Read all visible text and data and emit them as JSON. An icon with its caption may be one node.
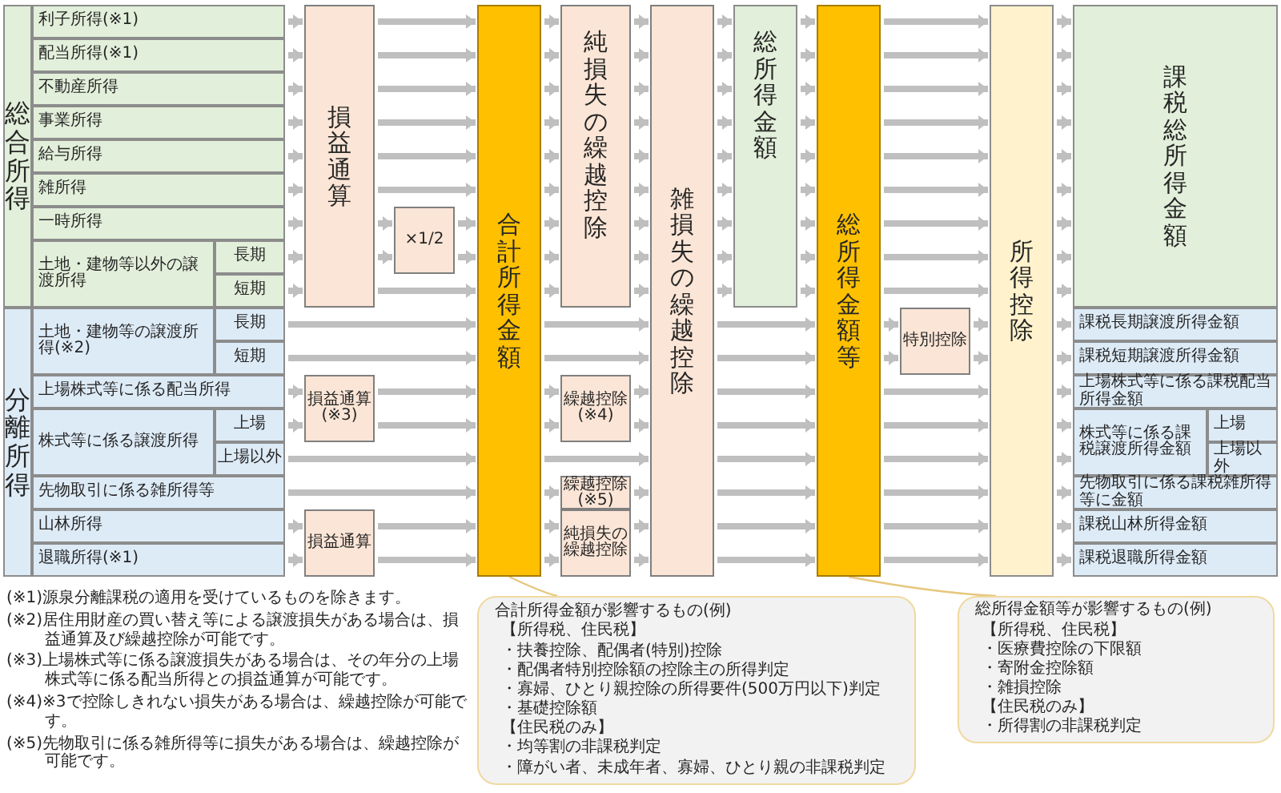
{
  "diagram": {
    "nodes": [
      {
        "text": [
          "総合所得"
        ]
      },
      {
        "text": [
          "利子所得(※1)"
        ]
      },
      {
        "text": [
          "配当所得(※1)"
        ]
      },
      {
        "text": [
          "不動産所得"
        ]
      },
      {
        "text": [
          "事業所得"
        ]
      },
      {
        "text": [
          "給与所得"
        ]
      },
      {
        "text": [
          "雑所得"
        ]
      },
      {
        "text": [
          "一時所得"
        ]
      },
      {
        "text": [
          "土地・建物等以外の譲渡所得"
        ]
      },
      {
        "text": [
          "長期"
        ]
      },
      {
        "text": [
          "短期"
        ]
      },
      {
        "text": [
          "分離所得"
        ]
      },
      {
        "text": [
          "土地・建物等の譲渡所得(※2)"
        ]
      },
      {
        "text": [
          "長期"
        ]
      },
      {
        "text": [
          "短期"
        ]
      },
      {
        "text": [
          "上場株式等に係る配当所得"
        ]
      },
      {
        "text": [
          "株式等に係る譲渡所得"
        ]
      },
      {
        "text": [
          "上場"
        ]
      },
      {
        "text": [
          "上場以外"
        ]
      },
      {
        "text": [
          "先物取引に係る雑所得等"
        ]
      },
      {
        "text": [
          "山林所得"
        ]
      },
      {
        "text": [
          "退職所得(※1)"
        ]
      },
      {
        "text": [
          "損益通算"
        ]
      },
      {
        "text": [
          "×1/2"
        ]
      },
      {
        "text": [
          "損益通算(※3)"
        ]
      },
      {
        "text": [
          "損益通算"
        ]
      },
      {
        "text": [
          "合計所得金額"
        ]
      },
      {
        "text": [
          "純損失の繰越控除"
        ]
      },
      {
        "text": [
          "繰越控除(※4)"
        ]
      },
      {
        "text": [
          "繰越控除(※5)"
        ]
      },
      {
        "text": [
          "純損失の繰越控除"
        ]
      },
      {
        "text": [
          "雑損失の繰越控除"
        ]
      },
      {
        "text": [
          "総所得金額"
        ]
      },
      {
        "text": [
          "総所得金額等"
        ]
      },
      {
        "text": [
          "特別控除"
        ]
      },
      {
        "text": [
          "所得控除"
        ]
      },
      {
        "text": [
          "課税総所得金額"
        ]
      },
      {
        "text": [
          "課税長期譲渡所得金額"
        ]
      },
      {
        "text": [
          "課税短期譲渡所得金額"
        ]
      },
      {
        "text": [
          "上場株式等に係る課税配当所得金額"
        ]
      },
      {
        "text": [
          "株式等に係る課税譲渡所得金額"
        ]
      },
      {
        "text": [
          "上場"
        ]
      },
      {
        "text": [
          "上場以外"
        ]
      },
      {
        "text": [
          "先物取引に係る課税雑所得等に金額"
        ]
      },
      {
        "text": [
          "課税山林所得金額"
        ]
      },
      {
        "text": [
          "課税退職所得金額"
        ]
      },
      {
        "text": [
          "合計所得金額が影響するもの(例)",
          "【所得税、住民税】",
          "・扶養控除、配偶者(特別)控除",
          "・配偶者特別控除額の控除主の所得判定",
          "・寡婦、ひとり親控除の所得要件(500万円以下)判定",
          "・基礎控除額",
          "【住民税のみ】",
          "・均等割の非課税判定",
          "・障がい者、未成年者、寡婦、ひとり親の非課税判定"
        ]
      },
      {
        "text": [
          "総所得金額等が影響するもの(例)",
          "【所得税、住民税】",
          "・医療費控除の下限額",
          "・寄附金控除額",
          "・雑損控除",
          "【住民税のみ】",
          "・所得割の非課税判定"
        ]
      }
    ],
    "edges": [
      {
        "from": 1,
        "to": 22,
        "arrow": "to"
      },
      {
        "from": 22,
        "to": 26,
        "arrow": "to"
      },
      {
        "from": 26,
        "to": 27,
        "arrow": "to"
      },
      {
        "from": 27,
        "to": 31,
        "arrow": "to"
      },
      {
        "from": 31,
        "to": 32,
        "arrow": "to"
      },
      {
        "from": 32,
        "to": 33,
        "arrow": "to"
      },
      {
        "from": 33,
        "to": 35,
        "arrow": "to"
      },
      {
        "from": 35,
        "to": 36,
        "arrow": "to"
      },
      {
        "from": 2,
        "to": 22,
        "arrow": "to"
      },
      {
        "from": 22,
        "to": 26,
        "arrow": "to"
      },
      {
        "from": 26,
        "to": 27,
        "arrow": "to"
      },
      {
        "from": 27,
        "to": 31,
        "arrow": "to"
      },
      {
        "from": 31,
        "to": 32,
        "arrow": "to"
      },
      {
        "from": 32,
        "to": 33,
        "arrow": "to"
      },
      {
        "from": 33,
        "to": 35,
        "arrow": "to"
      },
      {
        "from": 35,
        "to": 36,
        "arrow": "to"
      },
      {
        "from": 3,
        "to": 22,
        "arrow": "to"
      },
      {
        "from": 22,
        "to": 26,
        "arrow": "to"
      },
      {
        "from": 26,
        "to": 27,
        "arrow": "to"
      },
      {
        "from": 27,
        "to": 31,
        "arrow": "to"
      },
      {
        "from": 31,
        "to": 32,
        "arrow": "to"
      },
      {
        "from": 32,
        "to": 33,
        "arrow": "to"
      },
      {
        "from": 33,
        "to": 35,
        "arrow": "to"
      },
      {
        "from": 35,
        "to": 36,
        "arrow": "to"
      },
      {
        "from": 4,
        "to": 22,
        "arrow": "to"
      },
      {
        "from": 22,
        "to": 26,
        "arrow": "to"
      },
      {
        "from": 26,
        "to": 27,
        "arrow": "to"
      },
      {
        "from": 27,
        "to": 31,
        "arrow": "to"
      },
      {
        "from": 31,
        "to": 32,
        "arrow": "to"
      },
      {
        "from": 32,
        "to": 33,
        "arrow": "to"
      },
      {
        "from": 33,
        "to": 35,
        "arrow": "to"
      },
      {
        "from": 35,
        "to": 36,
        "arrow": "to"
      },
      {
        "from": 5,
        "to": 22,
        "arrow": "to"
      },
      {
        "from": 22,
        "to": 26,
        "arrow": "to"
      },
      {
        "from": 26,
        "to": 27,
        "arrow": "to"
      },
      {
        "from": 27,
        "to": 31,
        "arrow": "to"
      },
      {
        "from": 31,
        "to": 32,
        "arrow": "to"
      },
      {
        "from": 32,
        "to": 33,
        "arrow": "to"
      },
      {
        "from": 33,
        "to": 35,
        "arrow": "to"
      },
      {
        "from": 35,
        "to": 36,
        "arrow": "to"
      },
      {
        "from": 6,
        "to": 22,
        "arrow": "to"
      },
      {
        "from": 22,
        "to": 26,
        "arrow": "to"
      },
      {
        "from": 26,
        "to": 27,
        "arrow": "to"
      },
      {
        "from": 27,
        "to": 31,
        "arrow": "to"
      },
      {
        "from": 31,
        "to": 32,
        "arrow": "to"
      },
      {
        "from": 32,
        "to": 33,
        "arrow": "to"
      },
      {
        "from": 33,
        "to": 35,
        "arrow": "to"
      },
      {
        "from": 35,
        "to": 36,
        "arrow": "to"
      },
      {
        "from": 7,
        "to": 22,
        "arrow": "to"
      },
      {
        "from": 22,
        "to": 23,
        "arrow": "to"
      },
      {
        "from": 23,
        "to": 26,
        "arrow": "to"
      },
      {
        "from": 26,
        "to": 27,
        "arrow": "to"
      },
      {
        "from": 27,
        "to": 31,
        "arrow": "to"
      },
      {
        "from": 31,
        "to": 32,
        "arrow": "to"
      },
      {
        "from": 32,
        "to": 33,
        "arrow": "to"
      },
      {
        "from": 33,
        "to": 35,
        "arrow": "to"
      },
      {
        "from": 35,
        "to": 36,
        "arrow": "to"
      },
      {
        "from": 9,
        "to": 22,
        "arrow": "to"
      },
      {
        "from": 22,
        "to": 23,
        "arrow": "to"
      },
      {
        "from": 23,
        "to": 26,
        "arrow": "to"
      },
      {
        "from": 26,
        "to": 27,
        "arrow": "to"
      },
      {
        "from": 27,
        "to": 31,
        "arrow": "to"
      },
      {
        "from": 31,
        "to": 32,
        "arrow": "to"
      },
      {
        "from": 32,
        "to": 33,
        "arrow": "to"
      },
      {
        "from": 33,
        "to": 35,
        "arrow": "to"
      },
      {
        "from": 35,
        "to": 36,
        "arrow": "to"
      },
      {
        "from": 10,
        "to": 22,
        "arrow": "to"
      },
      {
        "from": 22,
        "to": 26,
        "arrow": "to"
      },
      {
        "from": 26,
        "to": 27,
        "arrow": "to"
      },
      {
        "from": 27,
        "to": 31,
        "arrow": "to"
      },
      {
        "from": 31,
        "to": 32,
        "arrow": "to"
      },
      {
        "from": 32,
        "to": 33,
        "arrow": "to"
      },
      {
        "from": 33,
        "to": 35,
        "arrow": "to"
      },
      {
        "from": 35,
        "to": 36,
        "arrow": "to"
      },
      {
        "from": 13,
        "to": 26,
        "arrow": "to"
      },
      {
        "from": 26,
        "to": 31,
        "arrow": "to"
      },
      {
        "from": 31,
        "to": 33,
        "arrow": "to"
      },
      {
        "from": 33,
        "to": 34,
        "arrow": "to"
      },
      {
        "from": 34,
        "to": 35,
        "arrow": "to"
      },
      {
        "from": 35,
        "to": 37,
        "arrow": "to"
      },
      {
        "from": 14,
        "to": 26,
        "arrow": "to"
      },
      {
        "from": 26,
        "to": 31,
        "arrow": "to"
      },
      {
        "from": 31,
        "to": 33,
        "arrow": "to"
      },
      {
        "from": 33,
        "to": 34,
        "arrow": "to"
      },
      {
        "from": 34,
        "to": 35,
        "arrow": "to"
      },
      {
        "from": 35,
        "to": 38,
        "arrow": "to"
      },
      {
        "from": 15,
        "to": 24,
        "arrow": "to"
      },
      {
        "from": 24,
        "to": 26,
        "arrow": "to"
      },
      {
        "from": 26,
        "to": 28,
        "arrow": "to"
      },
      {
        "from": 28,
        "to": 31,
        "arrow": "to"
      },
      {
        "from": 31,
        "to": 33,
        "arrow": "to"
      },
      {
        "from": 33,
        "to": 35,
        "arrow": "to"
      },
      {
        "from": 35,
        "to": 39,
        "arrow": "to"
      },
      {
        "from": 17,
        "to": 24,
        "arrow": "to"
      },
      {
        "from": 24,
        "to": 26,
        "arrow": "to"
      },
      {
        "from": 26,
        "to": 28,
        "arrow": "to"
      },
      {
        "from": 28,
        "to": 31,
        "arrow": "to"
      },
      {
        "from": 31,
        "to": 33,
        "arrow": "to"
      },
      {
        "from": 33,
        "to": 35,
        "arrow": "to"
      },
      {
        "from": 35,
        "to": 40,
        "arrow": "to"
      },
      {
        "from": 18,
        "to": 26,
        "arrow": "to"
      },
      {
        "from": 26,
        "to": 31,
        "arrow": "to"
      },
      {
        "from": 31,
        "to": 33,
        "arrow": "to"
      },
      {
        "from": 33,
        "to": 35,
        "arrow": "to"
      },
      {
        "from": 35,
        "to": 40,
        "arrow": "to"
      },
      {
        "from": 19,
        "to": 26,
        "arrow": "to"
      },
      {
        "from": 26,
        "to": 29,
        "arrow": "to"
      },
      {
        "from": 29,
        "to": 31,
        "arrow": "to"
      },
      {
        "from": 31,
        "to": 33,
        "arrow": "to"
      },
      {
        "from": 33,
        "to": 35,
        "arrow": "to"
      },
      {
        "from": 35,
        "to": 43,
        "arrow": "to"
      },
      {
        "from": 20,
        "to": 25,
        "arrow": "to"
      },
      {
        "from": 25,
        "to": 26,
        "arrow": "to"
      },
      {
        "from": 26,
        "to": 30,
        "arrow": "to"
      },
      {
        "from": 30,
        "to": 31,
        "arrow": "to"
      },
      {
        "from": 31,
        "to": 33,
        "arrow": "to"
      },
      {
        "from": 33,
        "to": 35,
        "arrow": "to"
      },
      {
        "from": 35,
        "to": 44,
        "arrow": "to"
      },
      {
        "from": 21,
        "to": 25,
        "arrow": "to"
      },
      {
        "from": 25,
        "to": 26,
        "arrow": "to"
      },
      {
        "from": 26,
        "to": 30,
        "arrow": "to"
      },
      {
        "from": 30,
        "to": 31,
        "arrow": "to"
      },
      {
        "from": 31,
        "to": 33,
        "arrow": "to"
      },
      {
        "from": 33,
        "to": 35,
        "arrow": "to"
      },
      {
        "from": 35,
        "to": 45,
        "arrow": "to"
      },
      {
        "from": 46,
        "to": 26,
        "arrow": "none",
        "color": "#e6c77e"
      },
      {
        "from": 47,
        "to": 33,
        "arrow": "none",
        "color": "#e6c77e"
      }
    ],
    "labels": [
      "(※1)源泉分離課税の適用を受けているものを除きます。",
      "(※2)居住用財産の買い替え等による譲渡損失がある場合は、損益通算及び繰越控除が可能です。",
      "(※3)上場株式等に係る譲渡損失がある場合は、その年分の上場株式等に係る配当所得との損益通算が可能です。",
      "(※4)※3で控除しきれない損失がある場合は、繰越控除が可能です。",
      "(※5)先物取引に係る雑所得等に損失がある場合は、繰越控除が可能です。"
    ]
  }
}
